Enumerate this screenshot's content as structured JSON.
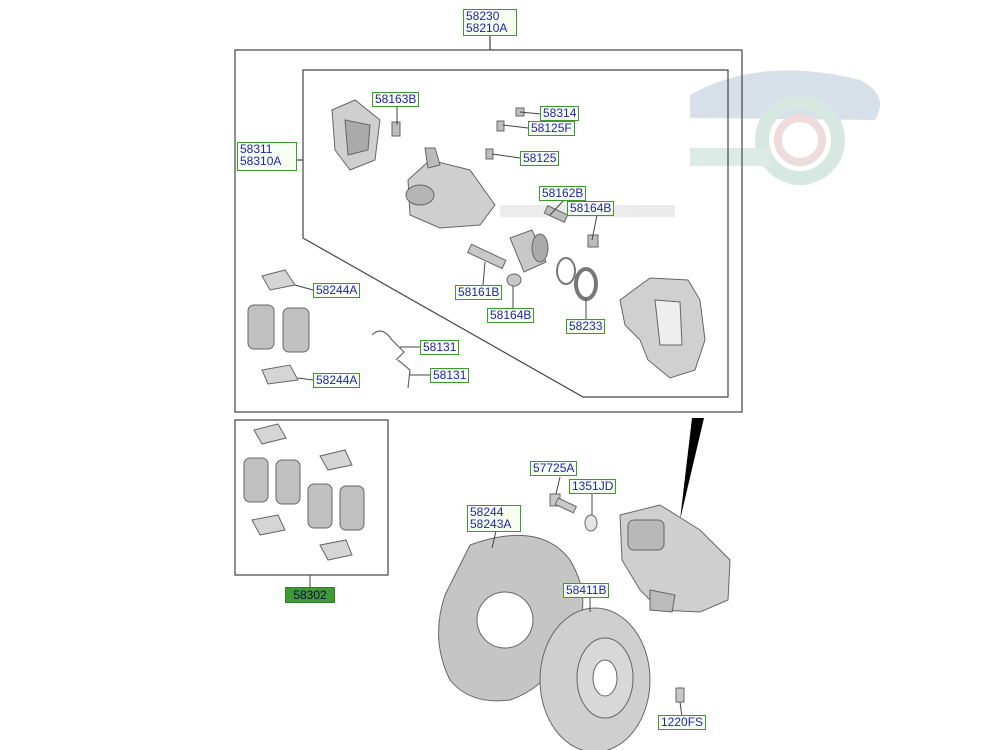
{
  "labels": {
    "l58230": "58230",
    "l58210A": "58210A",
    "l58311": "58311",
    "l58310A": "58310A",
    "l58163B": "58163B",
    "l58314": "58314",
    "l58125F": "58125F",
    "l58125": "58125",
    "l58162B": "58162B",
    "l58164B_top": "58164B",
    "l58161B": "58161B",
    "l58164B": "58164B",
    "l58233": "58233",
    "l58244A_top": "58244A",
    "l58131_a": "58131",
    "l58131_b": "58131",
    "l58244A_bot": "58244A",
    "l58302": "58302",
    "l57725A": "57725A",
    "l1351JD": "1351JD",
    "l58244": "58244",
    "l58243A": "58243A",
    "l58411B": "58411B",
    "l1220FS": "1220FS"
  },
  "colors": {
    "label_border": "#3a9a2c",
    "label_text": "#1f1fb0",
    "part_fill": "#c8c8c8",
    "part_stroke": "#6a6a6a",
    "frame": "#444444"
  }
}
